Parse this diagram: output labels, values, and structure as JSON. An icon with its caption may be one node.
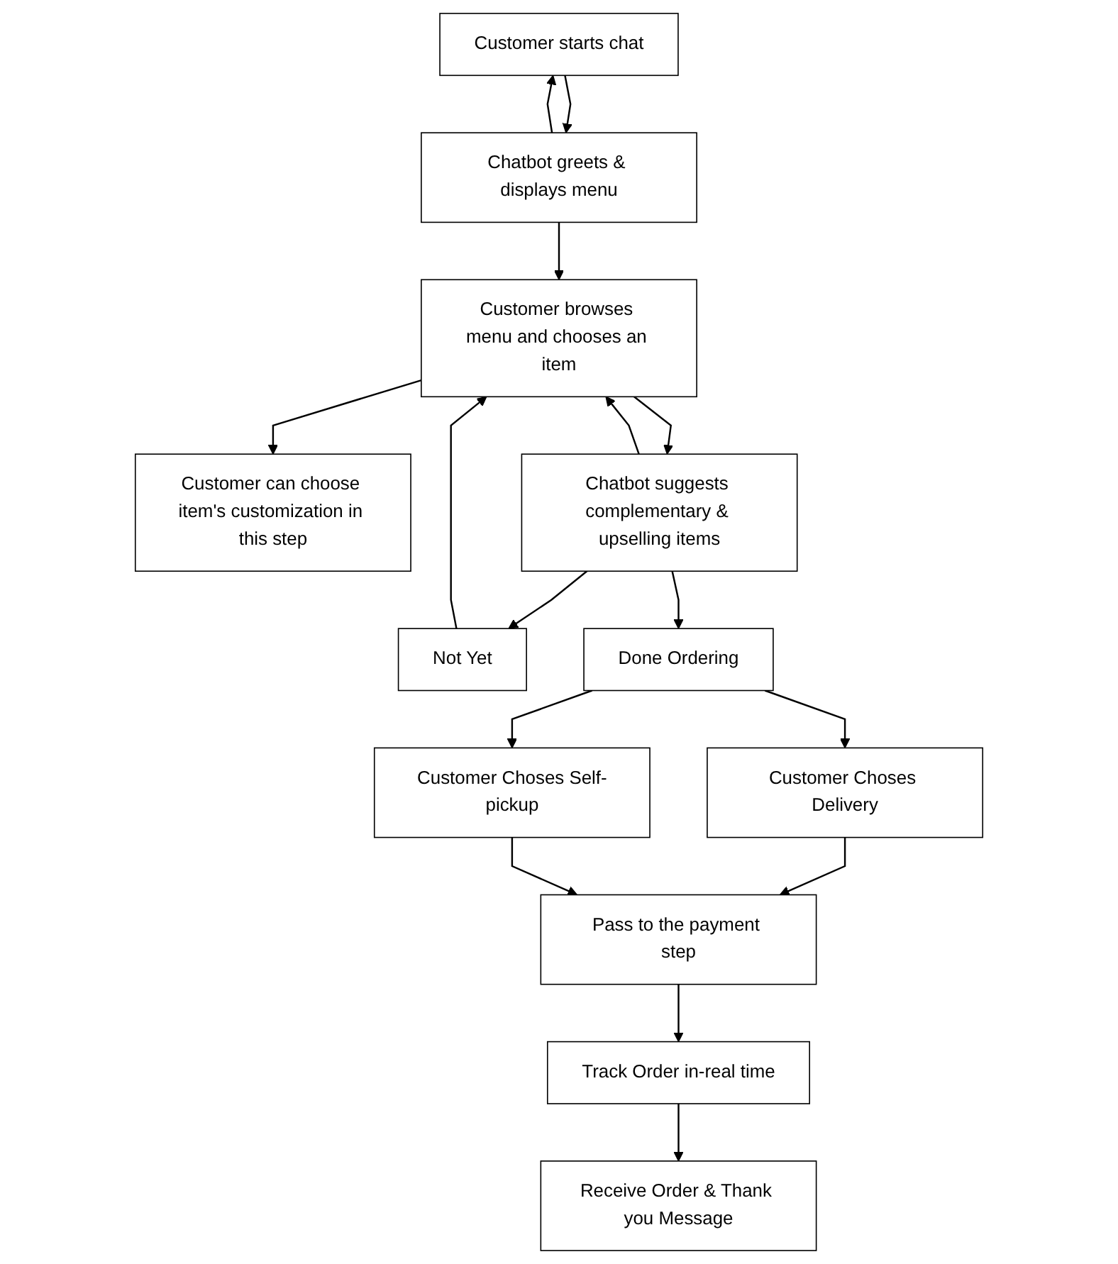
{
  "diagram": {
    "nodes": [
      {
        "text": [
          "Customer starts chat"
        ]
      },
      {
        "text": [
          "Chatbot greets & displays menu"
        ]
      },
      {
        "text": [
          "Customer browses menu and chooses an item"
        ]
      },
      {
        "text": [
          "Customer can choose item's customization in this step"
        ]
      },
      {
        "text": [
          "Chatbot suggests complementary & upselling items"
        ]
      },
      {
        "text": [
          "Not Yet"
        ]
      },
      {
        "text": [
          "Done Ordering"
        ]
      },
      {
        "text": [
          "Customer Choses Delivery"
        ]
      },
      {
        "text": [
          "Customer Choses Self-pickup"
        ]
      },
      {
        "text": [
          "Pass to the payment step"
        ]
      },
      {
        "text": [
          "Track Order in-real time"
        ]
      },
      {
        "text": [
          "Receive Order & Thank you Message"
        ]
      }
    ],
    "edges": [
      {
        "from": 0,
        "to": 1,
        "arrow": "to"
      },
      {
        "from": 1,
        "to": 0,
        "arrow": "to"
      },
      {
        "from": 1,
        "to": 2,
        "arrow": "to"
      },
      {
        "from": 2,
        "to": 3,
        "arrow": "to"
      },
      {
        "from": 2,
        "to": 4,
        "arrow": "to"
      },
      {
        "from": 4,
        "to": 2,
        "arrow": "to"
      },
      {
        "from": 4,
        "to": 5,
        "arrow": "to"
      },
      {
        "from": 4,
        "to": 6,
        "arrow": "to"
      },
      {
        "from": 5,
        "to": 2,
        "arrow": "to"
      },
      {
        "from": 6,
        "to": 7,
        "arrow": "to"
      },
      {
        "from": 6,
        "to": 8,
        "arrow": "to"
      },
      {
        "from": 7,
        "to": 9,
        "arrow": "to"
      },
      {
        "from": 8,
        "to": 9,
        "arrow": "to"
      },
      {
        "from": 9,
        "to": 10,
        "arrow": "to"
      },
      {
        "from": 10,
        "to": 11,
        "arrow": "to"
      }
    ]
  }
}
